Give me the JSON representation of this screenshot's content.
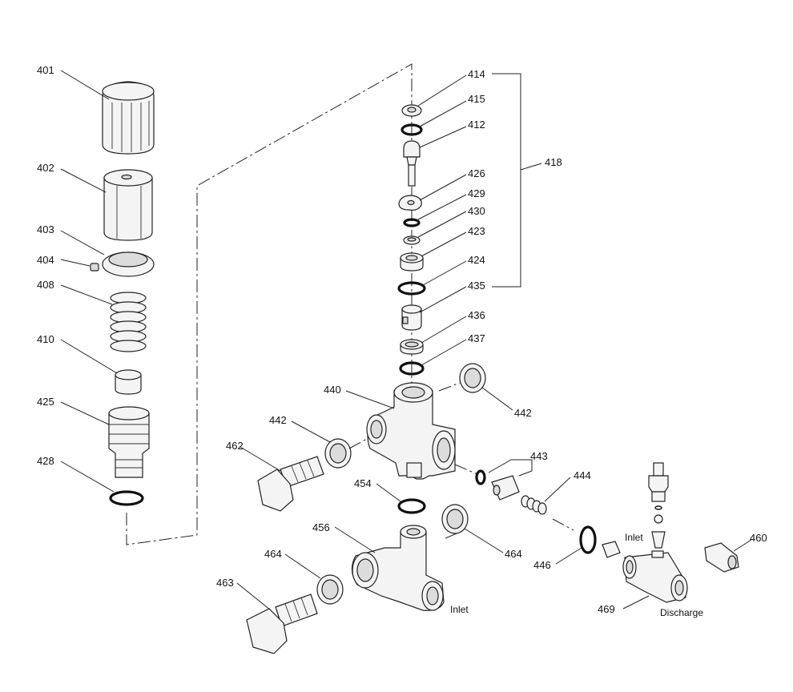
{
  "callouts": {
    "401": "401",
    "402": "402",
    "403": "403",
    "404": "404",
    "408": "408",
    "410": "410",
    "425": "425",
    "428": "428",
    "414": "414",
    "415": "415",
    "412": "412",
    "426": "426",
    "429": "429",
    "430": "430",
    "423": "423",
    "424": "424",
    "435": "435",
    "436": "436",
    "437": "437",
    "418": "418",
    "440": "440",
    "442a": "442",
    "442b": "442",
    "462": "462",
    "443": "443",
    "444": "444",
    "454": "454",
    "456": "456",
    "464a": "464",
    "464b": "464",
    "463": "463",
    "446": "446",
    "469": "469",
    "460": "460"
  },
  "annotations": {
    "inlet_lower": "Inlet",
    "inlet_right": "Inlet",
    "discharge": "Discharge"
  }
}
